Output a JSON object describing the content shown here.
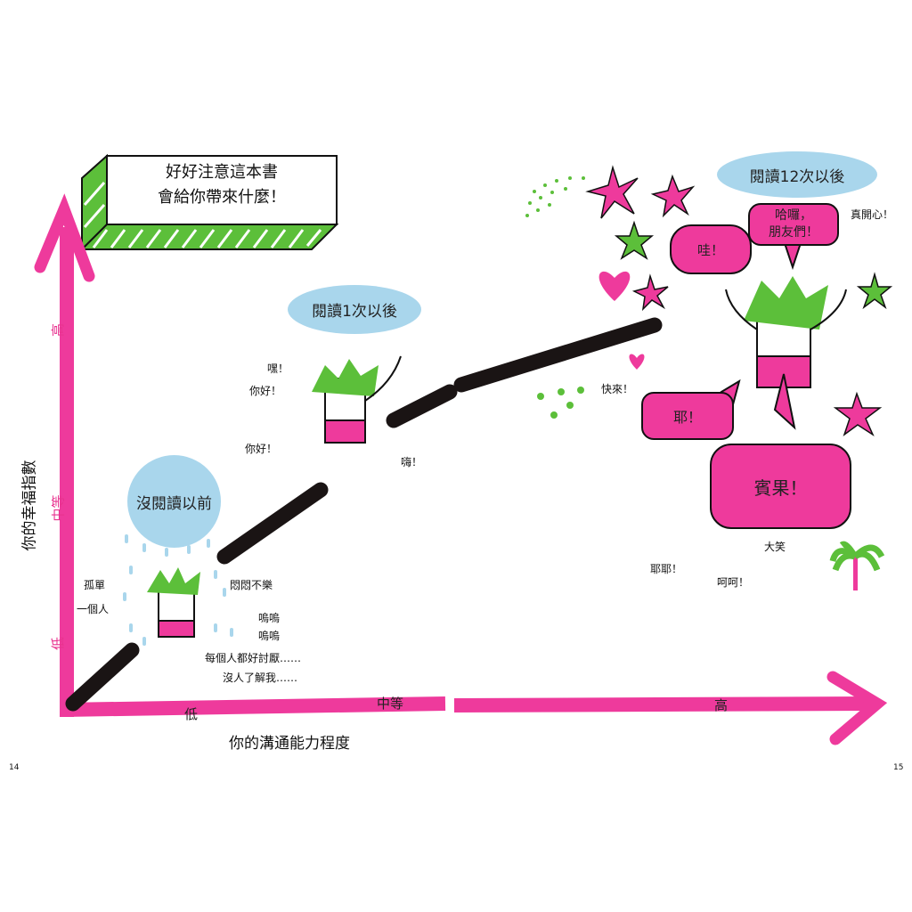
{
  "title_box": {
    "line1": "好好注意這本書",
    "line2": "會給你帶來什麼！"
  },
  "axes": {
    "y_title": "你的幸福指數",
    "x_title": "你的溝通能力程度",
    "y_ticks": [
      "高",
      "中等",
      "低"
    ],
    "x_ticks": [
      "低",
      "中等",
      "高"
    ]
  },
  "stages": {
    "before": "沒閱讀以前",
    "after_1": "閱讀1次以後",
    "after_12": "閱讀12次以後"
  },
  "before_texts": {
    "lonely": "孤單",
    "alone": "一個人",
    "gloomy": "悶悶不樂",
    "sob1": "嗚嗚",
    "sob2": "嗚嗚",
    "hate": "每個人都好討厭……",
    "understand": "沒人了解我……"
  },
  "after1_texts": {
    "hey": "嘿！",
    "hello": "你好！",
    "hello2": "你好！",
    "hi": "嗨！"
  },
  "after12_texts": {
    "wow": "哇！",
    "hello_friends_1": "哈囉，",
    "hello_friends_2": "朋友們！",
    "happy": "真開心！",
    "come": "快來！",
    "yeah": "耶！",
    "bingo": "賓果！",
    "yeahyeah": "耶耶！",
    "hehe": "呵呵！",
    "laugh": "大笑"
  },
  "page_numbers": {
    "left": "14",
    "right": "15"
  },
  "colors": {
    "pink": "#ee3a9c",
    "green": "#5cbf3a",
    "blue": "#a9d6ec",
    "black": "#1a1414"
  }
}
